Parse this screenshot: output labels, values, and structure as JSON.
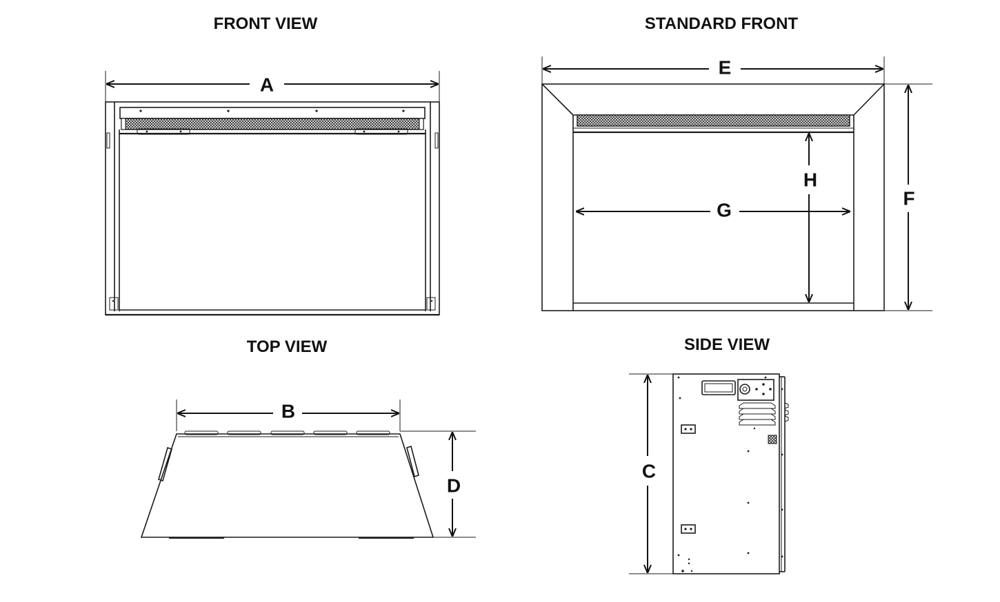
{
  "titles": {
    "front_view": "FRONT VIEW",
    "standard_front": "STANDARD FRONT",
    "top_view": "TOP VIEW",
    "side_view": "SIDE VIEW"
  },
  "dimensions": {
    "a": "A",
    "b": "B",
    "c": "C",
    "d": "D",
    "e": "E",
    "f": "F",
    "g": "G",
    "h": "H"
  }
}
